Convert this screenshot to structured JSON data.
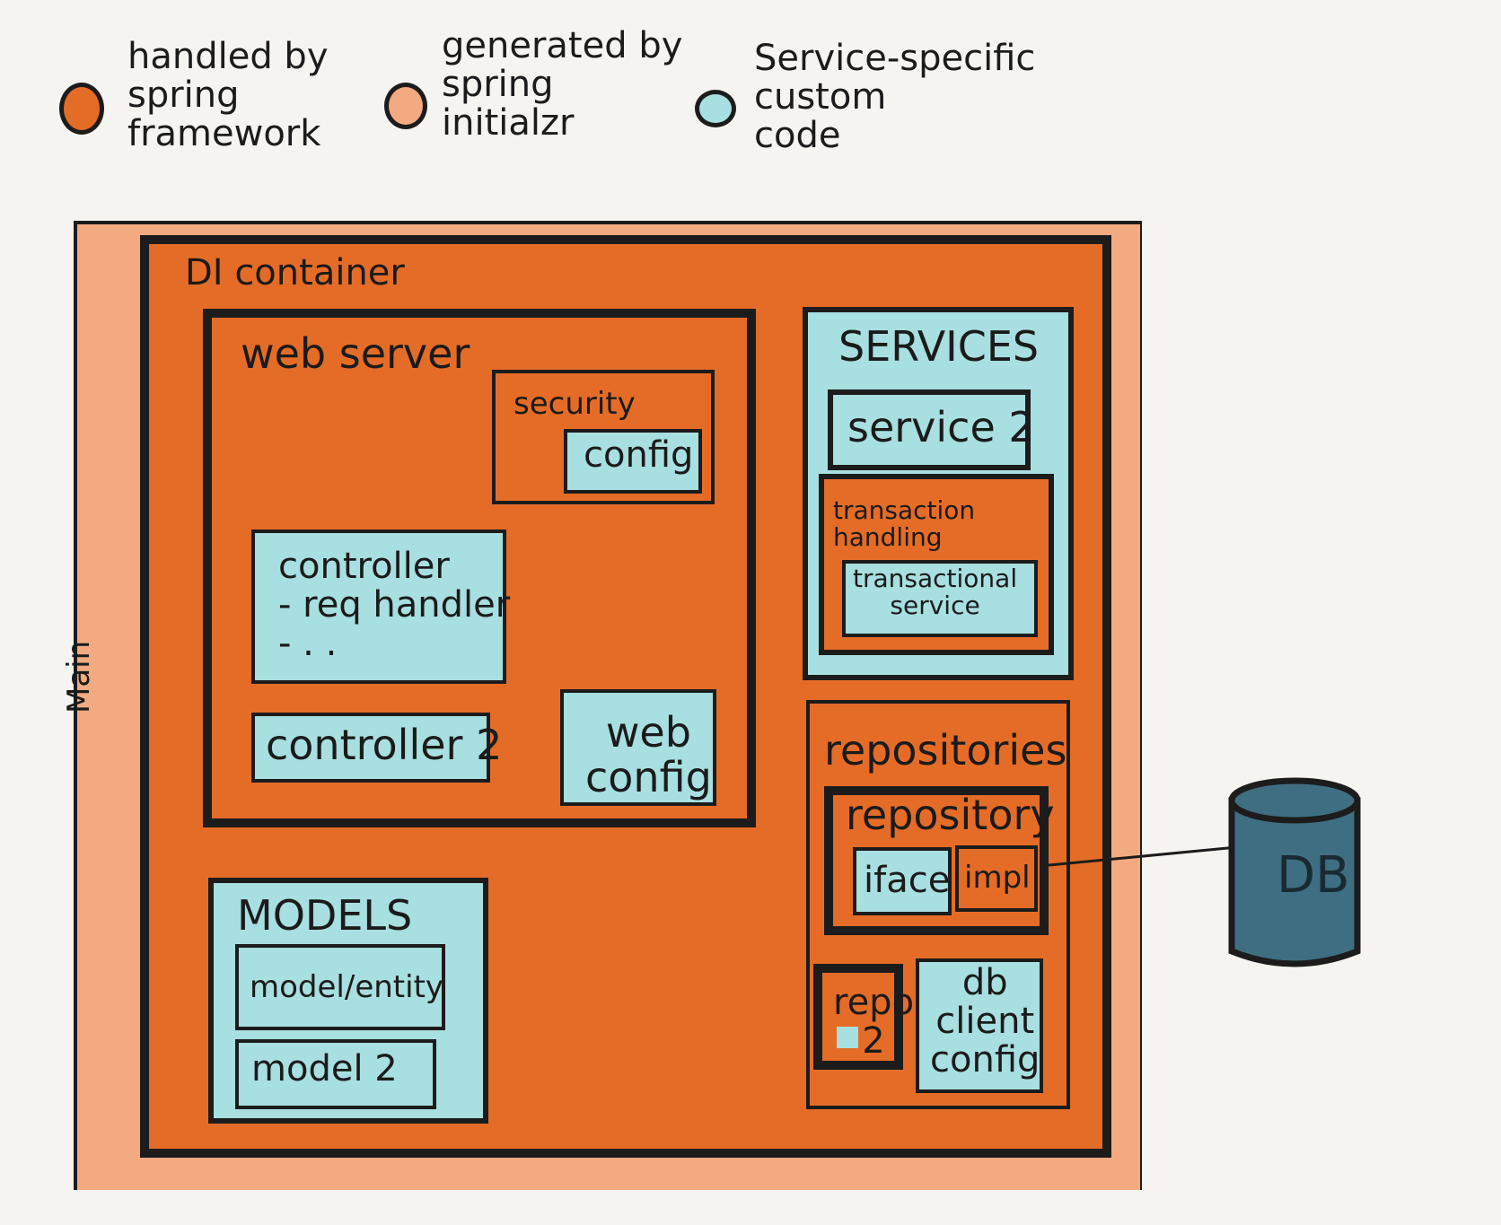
{
  "legend": {
    "spring": {
      "label": "handled by\nspring\nframework",
      "color": "#e56c27"
    },
    "initializr": {
      "label": "generated by\nspring\ninitialzr",
      "color": "#f3aa80"
    },
    "custom": {
      "label": "Service-specific\ncustom\ncode",
      "color": "#a8dfe0"
    }
  },
  "main": {
    "label": "Main"
  },
  "di_container": {
    "label": "DI container"
  },
  "web_server": {
    "label": "web server",
    "security": {
      "label": "security",
      "config": "config"
    },
    "controller": {
      "label": "controller\n- req handler\n-   . ."
    },
    "controller2": "controller 2",
    "web_config": "web\nconfig"
  },
  "services": {
    "label": "SERVICES",
    "service2": "service 2",
    "transaction_handling": {
      "label": "transaction\nhandling",
      "transactional_service": "transactional\nservice"
    }
  },
  "models": {
    "label": "MODELS",
    "model_entity": "model/entity",
    "model2": "model 2"
  },
  "repositories": {
    "label": "repositories",
    "repository": {
      "label": "repository",
      "iface": "iface",
      "impl": "impl"
    },
    "repo2": "repo\n2",
    "db_client_config": "db\nclient\nconfig"
  },
  "db": {
    "label": "DB",
    "color": "#3e6e82"
  }
}
